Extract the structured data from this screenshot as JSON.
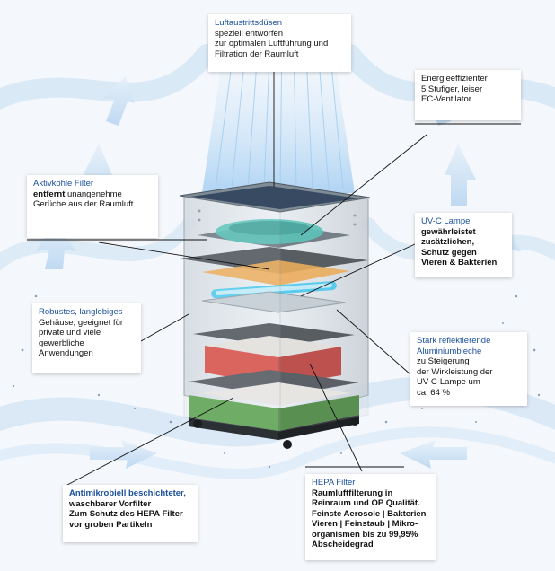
{
  "callouts": {
    "luftaustritt": {
      "title": "Luftaustrittsdüsen",
      "lines": [
        "speziell entworfen",
        "zur optimalen Luftführung und",
        "Filtration der Raumluft"
      ]
    },
    "energie": {
      "lines": [
        "Energieeffizienter",
        "5 Stufiger, leiser",
        "EC-Ventilator"
      ]
    },
    "aktivkohle": {
      "title": "Aktivkohle Filter",
      "bold": "entfernt",
      "lines": [
        "unangenehme",
        "Gerüche aus der Raumluft."
      ]
    },
    "uvc": {
      "title": "UV-C Lampe",
      "lines": [
        "gewährleistet",
        "zusätzlichen,",
        "Schutz gegen",
        "Vieren & Bakterien"
      ]
    },
    "robust": {
      "title": "Robustes, langlebiges",
      "lines": [
        "Gehäuse, geeignet für",
        "private und viele",
        "gewerbliche",
        "Anwendungen"
      ]
    },
    "alu": {
      "title": "Stark reflektierende",
      "title2": "Aluminiumbleche",
      "lines": [
        "zu Steigerung",
        "der Wirkleistung der",
        "UV-C-Lampe um",
        "ca. 64 %"
      ]
    },
    "antimikro": {
      "title": "Antimikrobiell beschichteter,",
      "lines": [
        "waschbarer Vorfilter",
        "Zum Schutz des HEPA Filter",
        "vor groben Partikeln"
      ]
    },
    "hepa": {
      "title": "HEPA Filter",
      "lines": [
        "Raumluftfilterung in",
        "Reinraum und OP Qualität.",
        "Feinste Aerosole | Bakterien",
        "Vieren | Feinstaub | Mikro-",
        "organismen bis zu 99,95%",
        "Abscheidegrad"
      ]
    }
  },
  "colors": {
    "title_blue": "#1a4f9c",
    "air_blue": "#7fb4e3",
    "uv_cyan": "#3cc8f0",
    "hepa_red": "#d93a30",
    "prefilter_green": "#4a9a3a",
    "carbon_orange": "#f2a23c",
    "fan_teal": "#3fbfb0"
  }
}
